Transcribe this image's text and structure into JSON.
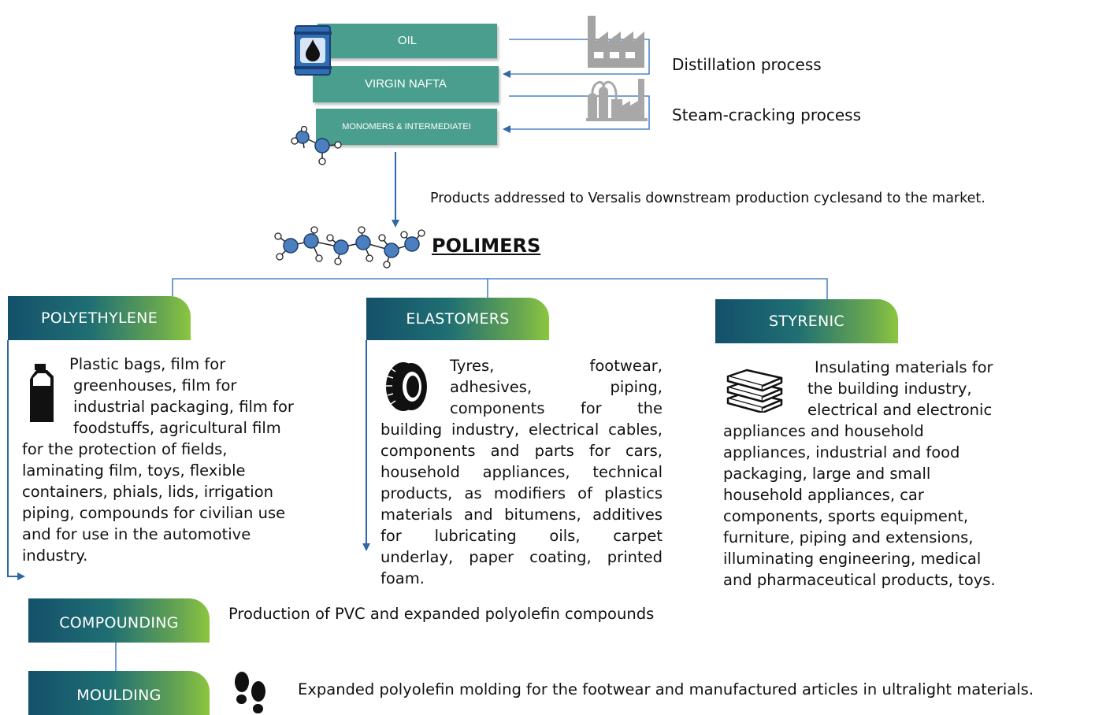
{
  "top": {
    "oil": "OIL",
    "virgin_nafta": "VIRGIN NAFTA",
    "monomers": "MONOMERS & INTERMEDIATEI",
    "distillation": "Distillation process",
    "steam_cracking": "Steam-cracking process",
    "products_note": "Products addressed to Versalis downstream production cyclesand to the market.",
    "polimers": "POLIMERS"
  },
  "categories": [
    {
      "title": "POLYETHYLENE",
      "icon": "bottle-icon",
      "lines": [
        "Plastic bags, film for",
        "greenhouses, film for",
        "industrial packaging, film for",
        "foodstuffs, agricultural film",
        "for the protection of fields,",
        "laminating film, toys, flexible",
        "containers, phials, lids, irrigation",
        "piping, compounds for civilian use",
        "and for use in the automotive",
        "industry."
      ]
    },
    {
      "title": "ELASTOMERS",
      "icon": "tyre-icon",
      "lines": [
        "Tyres, footwear,",
        "adhesives, piping,",
        "components for the",
        "building industry, electrical cables,",
        "components and parts for cars,",
        "household appliances, technical",
        "products, as modifiers of plastics",
        "materials and bitumens, additives",
        "for lubricating oils, carpet",
        "underlay, paper coating, printed",
        "foam."
      ]
    },
    {
      "title": "STYRENIC",
      "icon": "insulation-panels-icon",
      "lines": [
        "Insulating materials for",
        "the building industry,",
        "electrical and electronic",
        "appliances and household",
        "appliances, industrial and food",
        "packaging, large and small",
        "household appliances, car",
        "components, sports equipment,",
        "furniture, piping and extensions,",
        "illuminating engineering, medical",
        "and pharmaceutical products, toys."
      ]
    }
  ],
  "bottom": {
    "compounding": "COMPOUNDING",
    "compounding_desc": "Production of PVC and expanded polyolefin compounds",
    "moulding": "MOULDING",
    "moulding_desc": "Expanded polyolefin molding for the footwear and manufactured articles in ultralight materials."
  }
}
